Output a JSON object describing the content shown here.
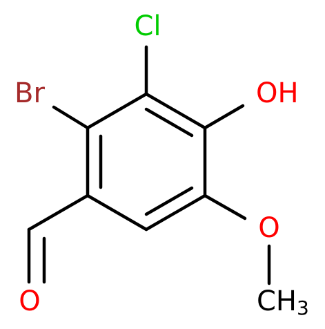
{
  "atoms": {
    "cl": {
      "label": "Cl",
      "color": "#00cc00"
    },
    "br": {
      "label": "Br",
      "color": "#a52a2a"
    },
    "oh": {
      "label": "OH",
      "color": "#ff0000"
    },
    "o_methoxy": {
      "label": "O",
      "color": "#ff0000"
    },
    "o_aldehyde": {
      "label": "O",
      "color": "#ff0000"
    },
    "ch3": {
      "label": "CH",
      "subscript": "3",
      "color": "#000000"
    }
  }
}
